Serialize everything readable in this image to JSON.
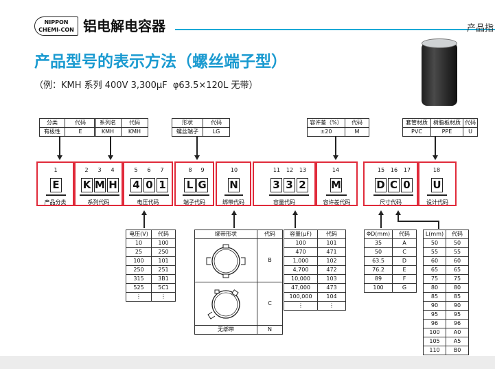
{
  "header": {
    "logo_line1": "NIPPON",
    "logo_line2": "CHEMI-CON",
    "title": "铝电解电容器",
    "right_text": "产品指"
  },
  "main_title": "产品型号的表示方法（螺丝端子型）",
  "example": "（例：KMH 系列 400V 3,300μF  φ63.5×120L 无带）",
  "top_tables": {
    "category": {
      "h1": "分类",
      "h2": "代码",
      "v1": "有极性",
      "v2": "E"
    },
    "series": {
      "h1": "系列名",
      "h2": "代码",
      "v1": "KMH",
      "v2": "KMH"
    },
    "shape": {
      "h1": "形状",
      "h2": "代码",
      "v1": "螺丝端子",
      "v2": "LG"
    },
    "tolerance": {
      "h1": "容许差（%）",
      "h2": "代码",
      "v1": "±20",
      "v2": "M"
    },
    "material": {
      "h1": "套管材质",
      "h2": "树脂板材质",
      "h3": "代码",
      "v1": "PVC",
      "v2": "PPE",
      "v3": "U"
    }
  },
  "boxes": [
    {
      "nums": [
        "1"
      ],
      "chars": [
        "E"
      ],
      "label": "产品分类"
    },
    {
      "nums": [
        "2",
        "3",
        "4"
      ],
      "chars": [
        "K",
        "M",
        "H"
      ],
      "label": "系列代码"
    },
    {
      "nums": [
        "5",
        "6",
        "7"
      ],
      "chars": [
        "4",
        "0",
        "1"
      ],
      "label": "电压代码"
    },
    {
      "nums": [
        "8",
        "9"
      ],
      "chars": [
        "L",
        "G"
      ],
      "label": "端子代码"
    },
    {
      "nums": [
        "10"
      ],
      "chars": [
        "N"
      ],
      "label": "绑带代码"
    },
    {
      "nums": [
        "11",
        "12",
        "13"
      ],
      "chars": [
        "3",
        "3",
        "2"
      ],
      "label": "容量代码"
    },
    {
      "nums": [
        "14"
      ],
      "chars": [
        "M"
      ],
      "label": "容许差代码"
    },
    {
      "nums": [
        "15",
        "16",
        "17"
      ],
      "chars": [
        "D",
        "C",
        "0"
      ],
      "label": "尺寸代码"
    },
    {
      "nums": [
        "18"
      ],
      "chars": [
        "U"
      ],
      "label": "设计代码"
    }
  ],
  "voltage_table": {
    "headers": [
      "电压(V)",
      "代码"
    ],
    "rows": [
      [
        "10",
        "100"
      ],
      [
        "25",
        "250"
      ],
      [
        "100",
        "101"
      ],
      [
        "250",
        "251"
      ],
      [
        "315",
        "3B1"
      ],
      [
        "525",
        "5C1"
      ],
      [
        "⋮",
        "⋮"
      ]
    ]
  },
  "band_table": {
    "headers": [
      "绑带形状",
      "代码"
    ],
    "rows": [
      [
        "",
        "B"
      ],
      [
        "",
        "C"
      ],
      [
        "无绑带",
        "N"
      ]
    ]
  },
  "capacity_table": {
    "headers": [
      "容量(μF)",
      "代码"
    ],
    "rows": [
      [
        "100",
        "101"
      ],
      [
        "470",
        "471"
      ],
      [
        "1,000",
        "102"
      ],
      [
        "4,700",
        "472"
      ],
      [
        "10,000",
        "103"
      ],
      [
        "47,000",
        "473"
      ],
      [
        "100,000",
        "104"
      ],
      [
        "⋮",
        "⋮"
      ]
    ]
  },
  "diameter_table": {
    "headers": [
      "ΦD(mm)",
      "代码"
    ],
    "rows": [
      [
        "35",
        "A"
      ],
      [
        "50",
        "C"
      ],
      [
        "63.5",
        "D"
      ],
      [
        "76.2",
        "E"
      ],
      [
        "89",
        "F"
      ],
      [
        "100",
        "G"
      ]
    ]
  },
  "length_table": {
    "headers": [
      "L(mm)",
      "代码"
    ],
    "rows": [
      [
        "50",
        "50"
      ],
      [
        "55",
        "55"
      ],
      [
        "60",
        "60"
      ],
      [
        "65",
        "65"
      ],
      [
        "75",
        "75"
      ],
      [
        "80",
        "80"
      ],
      [
        "85",
        "85"
      ],
      [
        "90",
        "90"
      ],
      [
        "95",
        "95"
      ],
      [
        "96",
        "96"
      ],
      [
        "100",
        "A0"
      ],
      [
        "105",
        "A5"
      ],
      [
        "110",
        "B0"
      ]
    ]
  },
  "colors": {
    "accent": "#1a9ad0",
    "box_border": "#e02a3a",
    "rule": "#19a9d6"
  }
}
